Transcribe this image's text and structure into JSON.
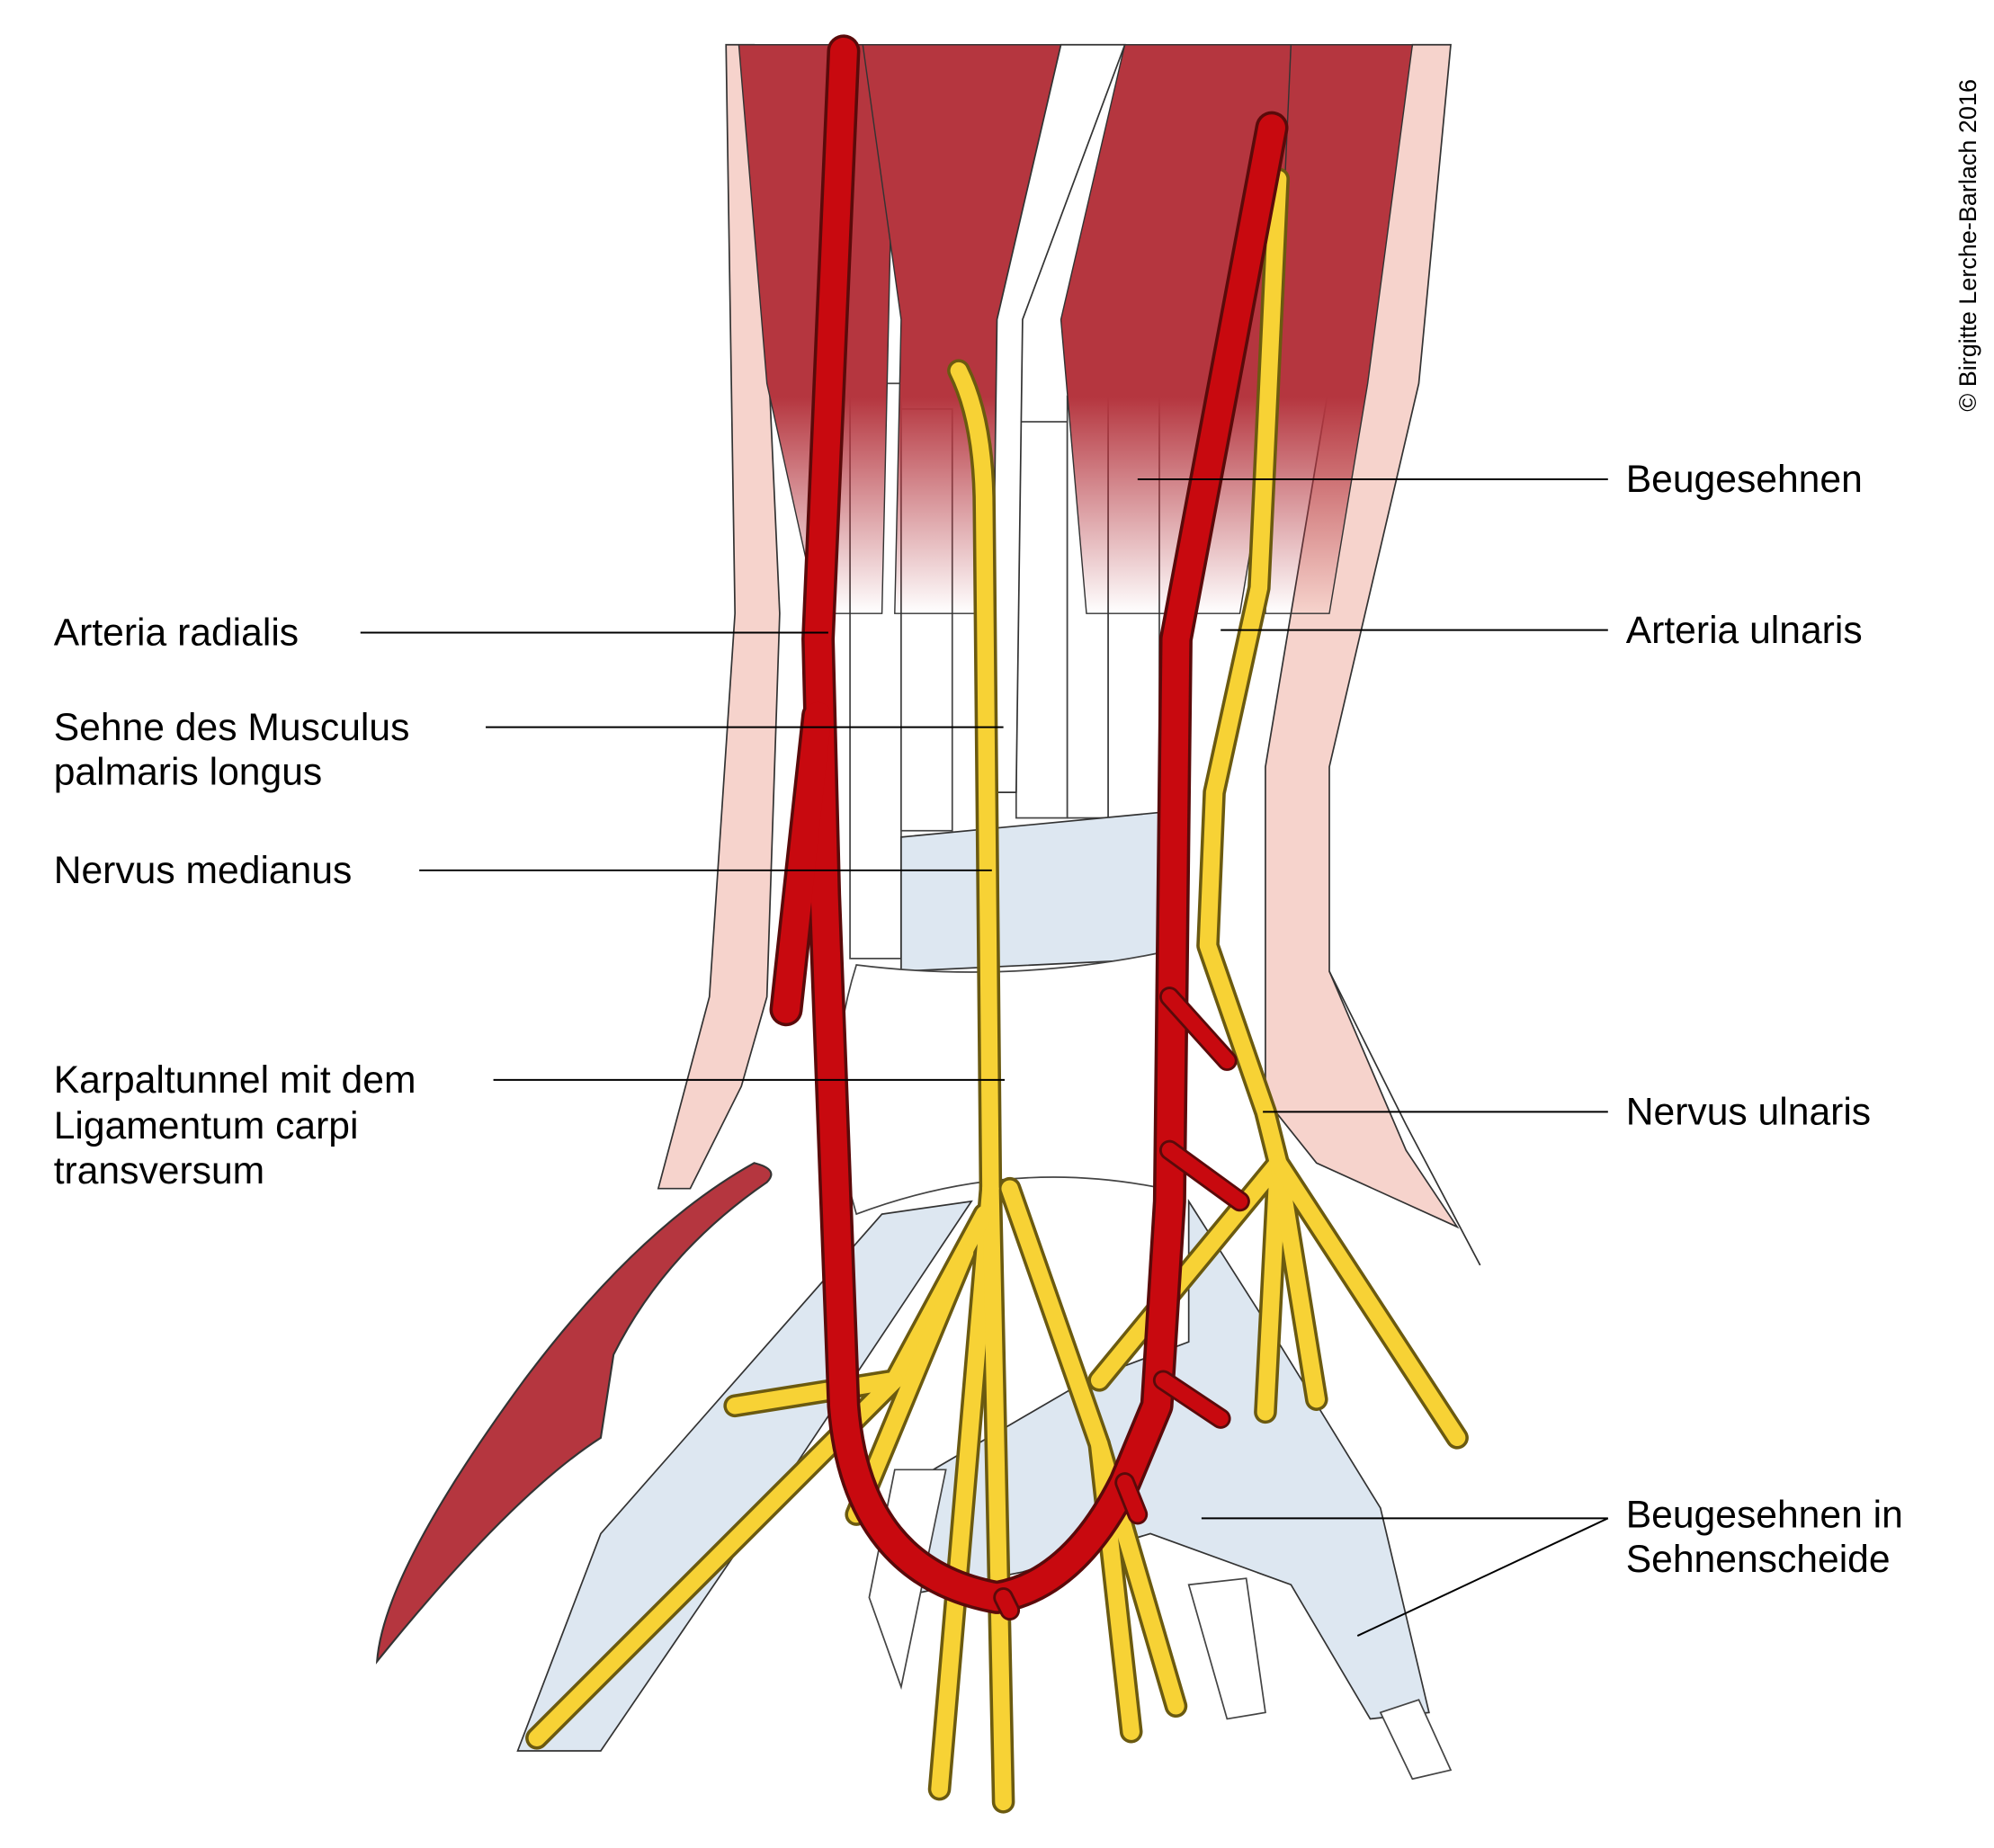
{
  "labels": {
    "beugesehnen": "Beugesehnen",
    "arteria_ulnaris": "Arteria ulnaris",
    "arteria_radialis": "Arteria radialis",
    "sehne_line1": "Sehne des Musculus",
    "sehne_line2": "palmaris longus",
    "nervus_medianus": "Nervus medianus",
    "karpaltunnel_line1": "Karpaltunnel mit dem",
    "karpaltunnel_line2": "Ligamentum carpi",
    "karpaltunnel_line3": "transversum",
    "nervus_ulnaris": "Nervus ulnaris",
    "sehnenscheide_line1": "Beugesehnen in",
    "sehnenscheide_line2": "Sehnenscheide"
  },
  "copyright": "© Birgitte Lerche-Barlach 2016",
  "colors": {
    "muscle": "#b5363f",
    "artery": "#c8090f",
    "nerve": "#f7d235",
    "sheath": "#dde7f1",
    "skin": "#f6d3cc"
  }
}
